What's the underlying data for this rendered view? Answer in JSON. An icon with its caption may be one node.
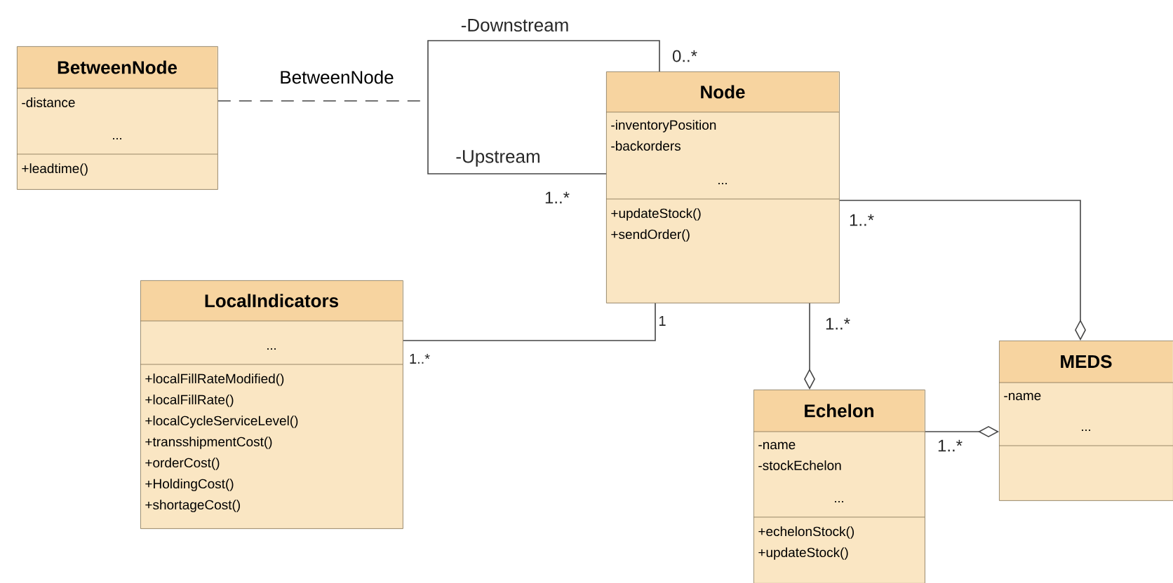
{
  "diagram": {
    "nodes": [
      {
        "text": [
          "BetweenNode",
          "-distance",
          "...",
          "+leadtime()"
        ]
      },
      {
        "text": [
          "Node",
          "-inventoryPosition",
          "-backorders",
          "...",
          "+updateStock()",
          "+sendOrder()"
        ]
      },
      {
        "text": [
          "LocalIndicators",
          "...",
          "+localFillRateModified()",
          "+localFillRate()",
          "+localCycleServiceLevel()",
          "+transshipmentCost()",
          "+orderCost()",
          "+HoldingCost()",
          "+shortageCost()"
        ]
      },
      {
        "text": [
          "Echelon",
          "-name",
          "-stockEchelon",
          "...",
          "+echelonStock()",
          "+updateStock()"
        ]
      },
      {
        "text": [
          "MEDS",
          "-name",
          "..."
        ]
      }
    ],
    "edges": [
      {
        "from": 1,
        "to": 1,
        "arrow": "none"
      },
      {
        "from": 0,
        "to": null,
        "arrow": "none",
        "style": "dashed",
        "label": "BetweenNode"
      },
      {
        "from": 1,
        "to": 2,
        "arrow": "none"
      },
      {
        "from": 1,
        "to": 3,
        "arrow": "other"
      },
      {
        "from": 1,
        "to": 4,
        "arrow": "other"
      },
      {
        "from": 3,
        "to": 4,
        "arrow": "other"
      }
    ],
    "labels": [
      "-Downstream",
      "0..*",
      "-Upstream",
      "1..*",
      "1..*",
      "1",
      "1..*",
      "1..*",
      "1..*"
    ]
  }
}
